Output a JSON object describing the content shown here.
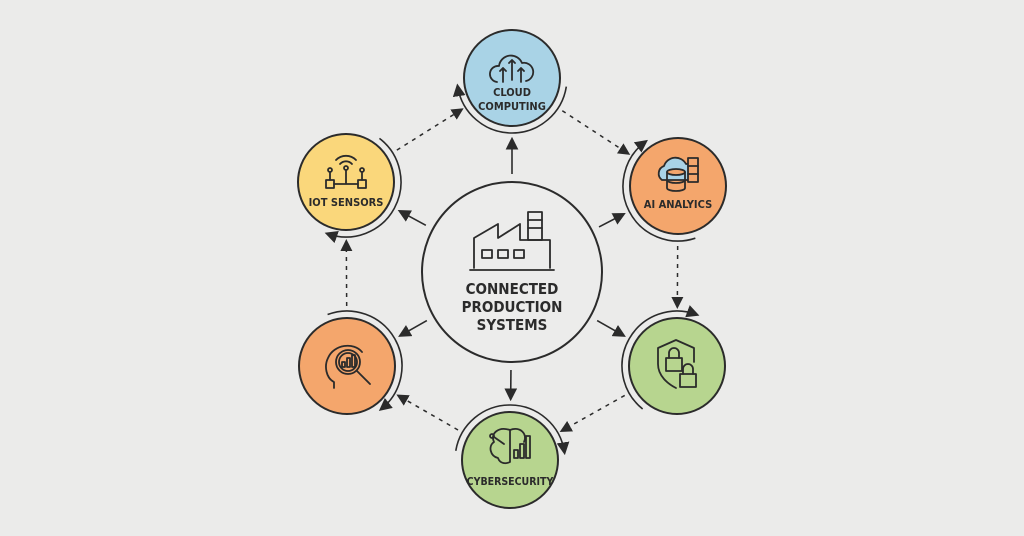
{
  "center": {
    "lines": [
      "CONNECTED",
      "PRODUCTION",
      "SYSTEMS"
    ],
    "icon": "factory-icon"
  },
  "nodes": [
    {
      "id": "cloud",
      "label_lines": [
        "CLOUD",
        "COMPUTING"
      ],
      "icon": "cloud-upload-icon",
      "color": "#a9d3e6"
    },
    {
      "id": "ai",
      "label_lines": [
        "AI ANALYICS"
      ],
      "icon": "cloud-database-icon",
      "color": "#f4a66c"
    },
    {
      "id": "security",
      "label_lines": [],
      "icon": "shield-lock-icon",
      "color": "#b7d58f"
    },
    {
      "id": "cyber",
      "label_lines": [
        "CYBERSECURITY"
      ],
      "icon": "brain-chart-icon",
      "color": "#b7d58f"
    },
    {
      "id": "analysis",
      "label_lines": [],
      "icon": "head-magnifier-chart-icon",
      "color": "#f4a66c"
    },
    {
      "id": "iot",
      "label_lines": [
        "IOT SENSORS"
      ],
      "icon": "wifi-sensor-icon",
      "color": "#fad77b"
    }
  ]
}
